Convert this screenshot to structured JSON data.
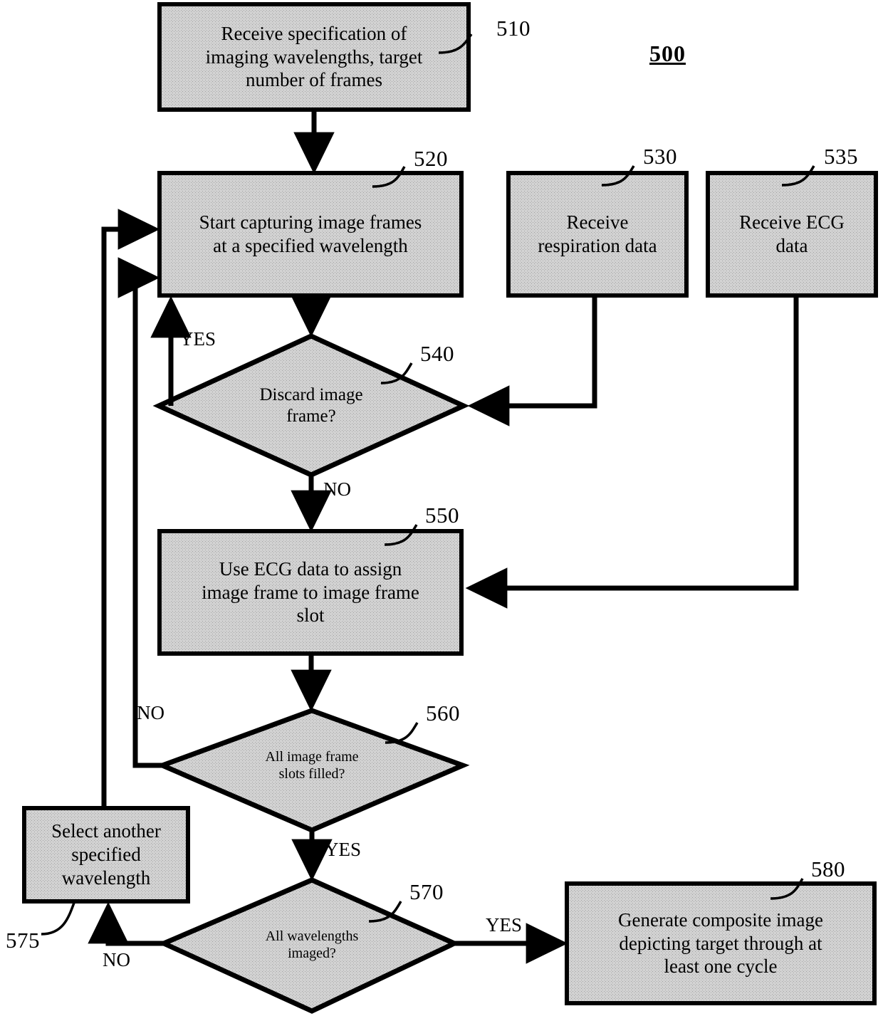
{
  "figure": {
    "number": "500",
    "type": "flowchart"
  },
  "nodes": [
    {
      "id": "510",
      "shape": "process",
      "ref": "510",
      "text": "Receive specification of\nimaging wavelengths, target\nnumber of frames"
    },
    {
      "id": "520",
      "shape": "process",
      "ref": "520",
      "text": "Start capturing image frames\nat a specified wavelength"
    },
    {
      "id": "530",
      "shape": "process",
      "ref": "530",
      "text": "Receive\nrespiration data"
    },
    {
      "id": "535",
      "shape": "process",
      "ref": "535",
      "text": "Receive ECG\ndata"
    },
    {
      "id": "540",
      "shape": "decision",
      "ref": "540",
      "text": "Discard image\nframe?"
    },
    {
      "id": "550",
      "shape": "process",
      "ref": "550",
      "text": "Use ECG data to assign\nimage frame to image frame\nslot"
    },
    {
      "id": "560",
      "shape": "decision",
      "ref": "560",
      "text": "All image frame\nslots filled?"
    },
    {
      "id": "570",
      "shape": "decision",
      "ref": "570",
      "text": "All wavelengths\nimaged?"
    },
    {
      "id": "575",
      "shape": "process",
      "ref": "575",
      "text": "Select another\nspecified\nwavelength"
    },
    {
      "id": "580",
      "shape": "process",
      "ref": "580",
      "text": "Generate composite image\ndepicting target through at\nleast one cycle"
    }
  ],
  "edge_labels": {
    "discard_yes": "YES",
    "discard_no": "NO",
    "slots_no": "NO",
    "slots_yes": "YES",
    "wavelengths_yes": "YES",
    "wavelengths_no": "NO"
  },
  "colors": {
    "node_fill": "#d6d6d6",
    "stroke": "#000000",
    "background": "#ffffff"
  }
}
